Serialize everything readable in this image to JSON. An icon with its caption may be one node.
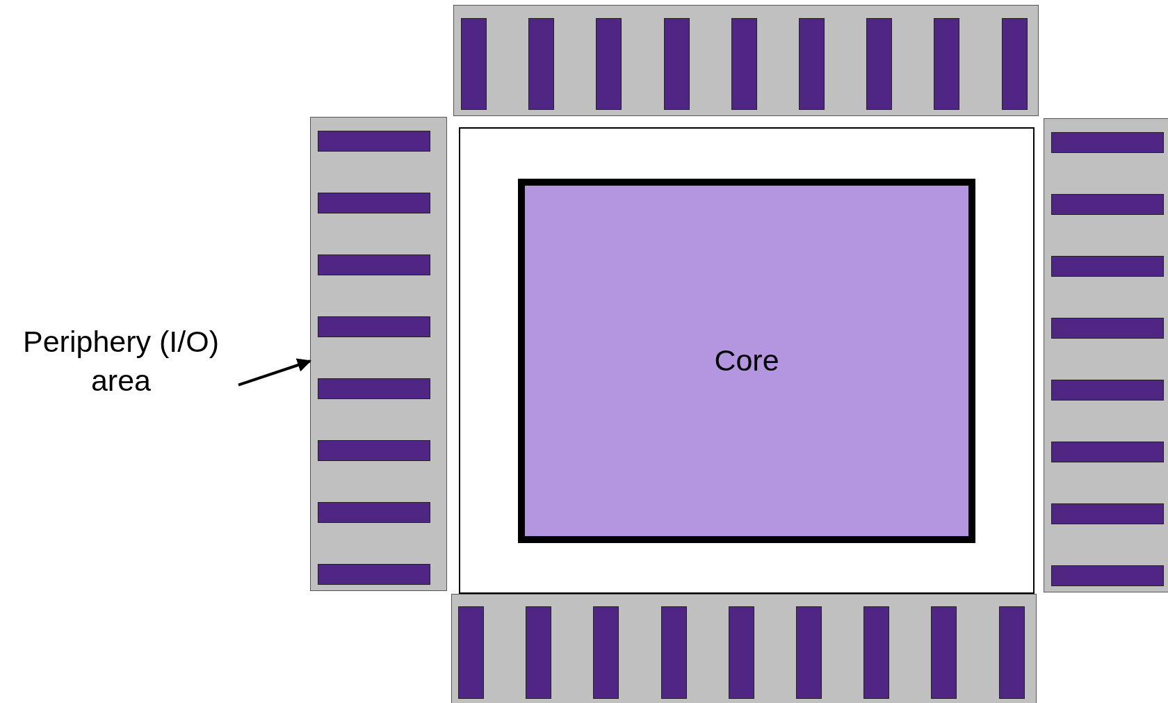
{
  "diagram": {
    "nodes": [
      {
        "text": [],
        "shape": "box"
      },
      {
        "text": [],
        "shape": "bar",
        "in": 0
      },
      {
        "text": [],
        "shape": "bar",
        "in": 0
      },
      {
        "text": [],
        "shape": "bar",
        "in": 0
      },
      {
        "text": [],
        "shape": "bar",
        "in": 0
      },
      {
        "text": [],
        "shape": "bar",
        "in": 0
      },
      {
        "text": [],
        "shape": "bar",
        "in": 0
      },
      {
        "text": [],
        "shape": "bar",
        "in": 0
      },
      {
        "text": [],
        "shape": "bar",
        "in": 0
      },
      {
        "text": [],
        "shape": "bar",
        "in": 0
      },
      {
        "text": [],
        "shape": "box"
      },
      {
        "text": [],
        "shape": "bar",
        "in": 10
      },
      {
        "text": [],
        "shape": "bar",
        "in": 10
      },
      {
        "text": [],
        "shape": "bar",
        "in": 10
      },
      {
        "text": [],
        "shape": "bar",
        "in": 10
      },
      {
        "text": [],
        "shape": "bar",
        "in": 10
      },
      {
        "text": [],
        "shape": "bar",
        "in": 10
      },
      {
        "text": [],
        "shape": "bar",
        "in": 10
      },
      {
        "text": [],
        "shape": "bar",
        "in": 10
      },
      {
        "text": [
          "Periphery (I/O) area"
        ]
      },
      {
        "text": [],
        "shape": "box"
      },
      {
        "text": [
          "Core"
        ],
        "in": 20
      },
      {
        "text": [],
        "shape": "box"
      },
      {
        "text": [],
        "shape": "bar",
        "in": 22
      },
      {
        "text": [],
        "shape": "bar",
        "in": 22
      },
      {
        "text": [],
        "shape": "bar",
        "in": 22
      },
      {
        "text": [],
        "shape": "bar",
        "in": 22
      },
      {
        "text": [],
        "shape": "bar",
        "in": 22
      },
      {
        "text": [],
        "shape": "bar",
        "in": 22
      },
      {
        "text": [],
        "shape": "bar",
        "in": 22
      },
      {
        "text": [],
        "shape": "bar",
        "in": 22
      },
      {
        "text": [],
        "shape": "box"
      },
      {
        "text": [],
        "shape": "bar",
        "in": 31
      },
      {
        "text": [],
        "shape": "bar",
        "in": 31
      },
      {
        "text": [],
        "shape": "bar",
        "in": 31
      },
      {
        "text": [],
        "shape": "bar",
        "in": 31
      },
      {
        "text": [],
        "shape": "bar",
        "in": 31
      },
      {
        "text": [],
        "shape": "bar",
        "in": 31
      },
      {
        "text": [],
        "shape": "bar",
        "in": 31
      },
      {
        "text": [],
        "shape": "bar",
        "in": 31
      },
      {
        "text": [],
        "shape": "bar",
        "in": 31
      }
    ],
    "edges": [
      {
        "from": 19,
        "to": 10,
        "arrow": "to"
      }
    ]
  }
}
